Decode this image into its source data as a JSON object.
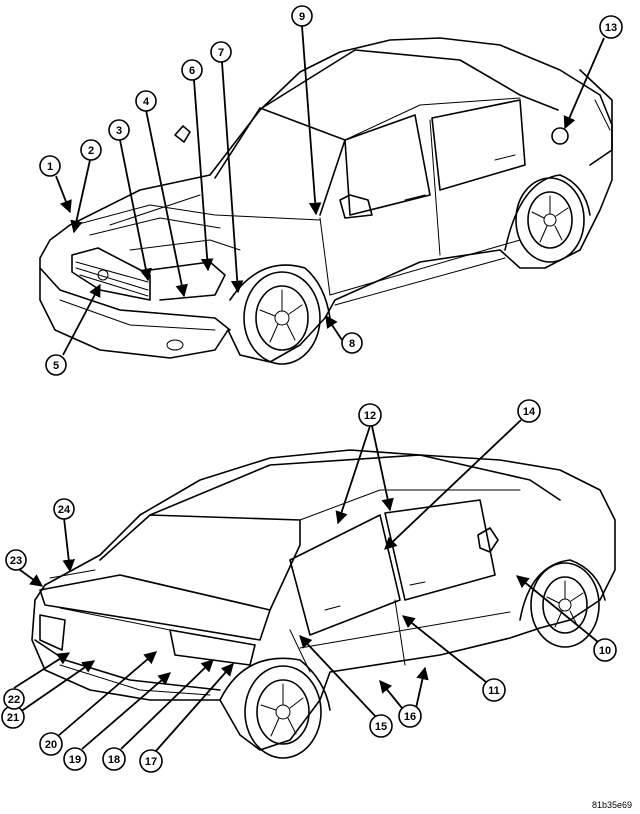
{
  "figure_code": "81b35e69",
  "callouts": [
    "1",
    "2",
    "3",
    "4",
    "5",
    "6",
    "7",
    "8",
    "9",
    "13",
    "12",
    "14",
    "10",
    "11",
    "16",
    "15",
    "17",
    "18",
    "19",
    "20",
    "21",
    "22",
    "23",
    "24"
  ]
}
